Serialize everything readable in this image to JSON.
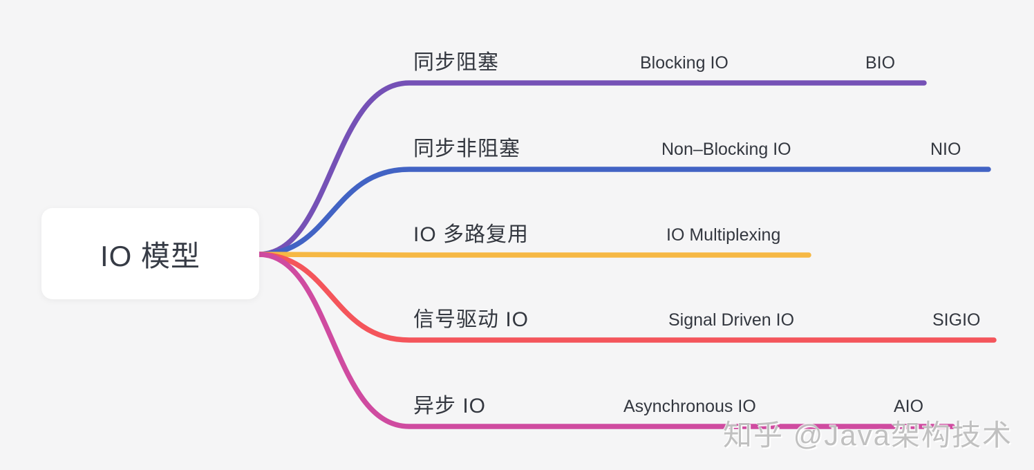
{
  "root": {
    "label": "IO 模型"
  },
  "branches": [
    {
      "id": "blocking-io",
      "label_cn": "同步阻塞",
      "label_en": "Blocking IO",
      "label_abbr": "BIO",
      "color": "#7551b6"
    },
    {
      "id": "non-blocking-io",
      "label_cn": "同步非阻塞",
      "label_en": "Non–Blocking IO",
      "label_abbr": "NIO",
      "color": "#4263c4"
    },
    {
      "id": "io-multiplexing",
      "label_cn": "IO 多路复用",
      "label_en": "IO Multiplexing",
      "label_abbr": "",
      "color": "#f6b844"
    },
    {
      "id": "signal-driven-io",
      "label_cn": "信号驱动 IO",
      "label_en": "Signal Driven IO",
      "label_abbr": "SIGIO",
      "color": "#f4555b"
    },
    {
      "id": "async-io",
      "label_cn": "异步 IO",
      "label_en": "Asynchronous IO",
      "label_abbr": "AIO",
      "color": "#cf4ba0"
    }
  ],
  "watermark": {
    "text": "知乎 @Java架构技术"
  }
}
